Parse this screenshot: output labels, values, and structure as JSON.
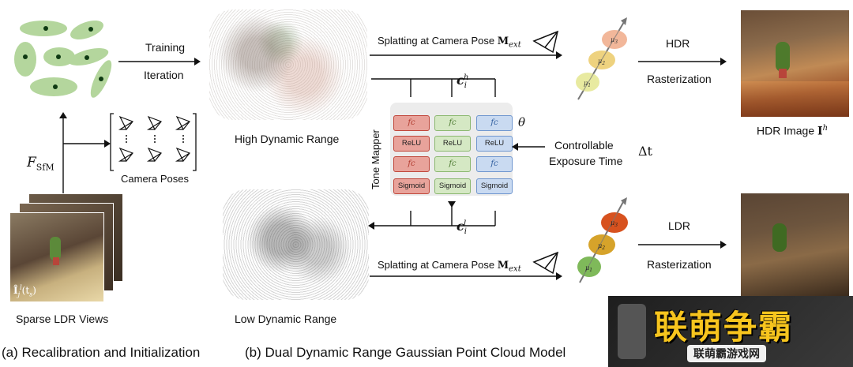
{
  "left": {
    "training_label": "Training",
    "iteration_label": "Iteration",
    "sfm_symbol": "F",
    "sfm_subscript": "SfM",
    "camera_poses_label": "Camera Poses",
    "ldr_view_overlay": "Î",
    "ldr_view_overlay_sub": "j",
    "ldr_view_overlay_sup": "l",
    "ldr_view_overlay_arg": "(t",
    "ldr_view_overlay_arg_sub": "s",
    "ldr_view_overlay_close": ")",
    "sparse_views_label": "Sparse LDR Views",
    "caption": "(a) Recalibration and Initialization"
  },
  "middle": {
    "hdr_cloud_label": "High Dynamic Range",
    "ldr_cloud_label": "Low Dynamic Range",
    "splat_top_text": "Splatting at Camera Pose ",
    "splat_bottom_text": "Splatting at Camera Pose ",
    "pose_symbol": "M",
    "pose_subscript": "ext",
    "ch_symbol": "c",
    "ch_sub": "i",
    "ch_sup": "h",
    "cl_symbol": "c",
    "cl_sub": "i",
    "cl_sup": "l",
    "theta": "θ",
    "tone_mapper_label": "Tone Mapper",
    "nn_columns": [
      {
        "layers": [
          "fc",
          "ReLU",
          "fc",
          "Sigmoid"
        ],
        "color": "#e8a39b",
        "dark": "#c0463a",
        "text": "#b03a2e"
      },
      {
        "layers": [
          "fc",
          "ReLU",
          "fc",
          "Sigmoid"
        ],
        "color": "#d5e8c4",
        "dark": "#8bb870",
        "text": "#4c7a30"
      },
      {
        "layers": [
          "fc",
          "ReLU",
          "fc",
          "Sigmoid"
        ],
        "color": "#c9daf1",
        "dark": "#6f96cf",
        "text": "#2f5d9e"
      }
    ],
    "exposure_label_1": "Controllable",
    "exposure_label_2": "Exposure Time",
    "delta_t": "Δt",
    "caption": "(b) Dual Dynamic Range Gaussian Point Cloud Model"
  },
  "right": {
    "hdr_label": "HDR",
    "ldr_label": "LDR",
    "rasterization_top": "Rasterization",
    "rasterization_bottom": "Rasterization",
    "hdr_image_label": "HDR Image ",
    "hdr_image_symbol": "I",
    "hdr_image_sup": "h",
    "mu_labels": [
      "μ",
      "μ",
      "μ"
    ],
    "mu_subs": [
      "1",
      "2",
      "3"
    ]
  },
  "watermark": {
    "main": "联萌争霸",
    "sub": "联萌霸游戏网"
  },
  "colors": {
    "gaussian_green": "#a8d08d",
    "hdr_gaussians": [
      "#e8eaa0",
      "#eed27f",
      "#f2b79a"
    ],
    "ldr_gaussians": [
      "#7fb95a",
      "#d6a32a",
      "#d7521f"
    ],
    "accent_dark": "#1a1a1a"
  }
}
